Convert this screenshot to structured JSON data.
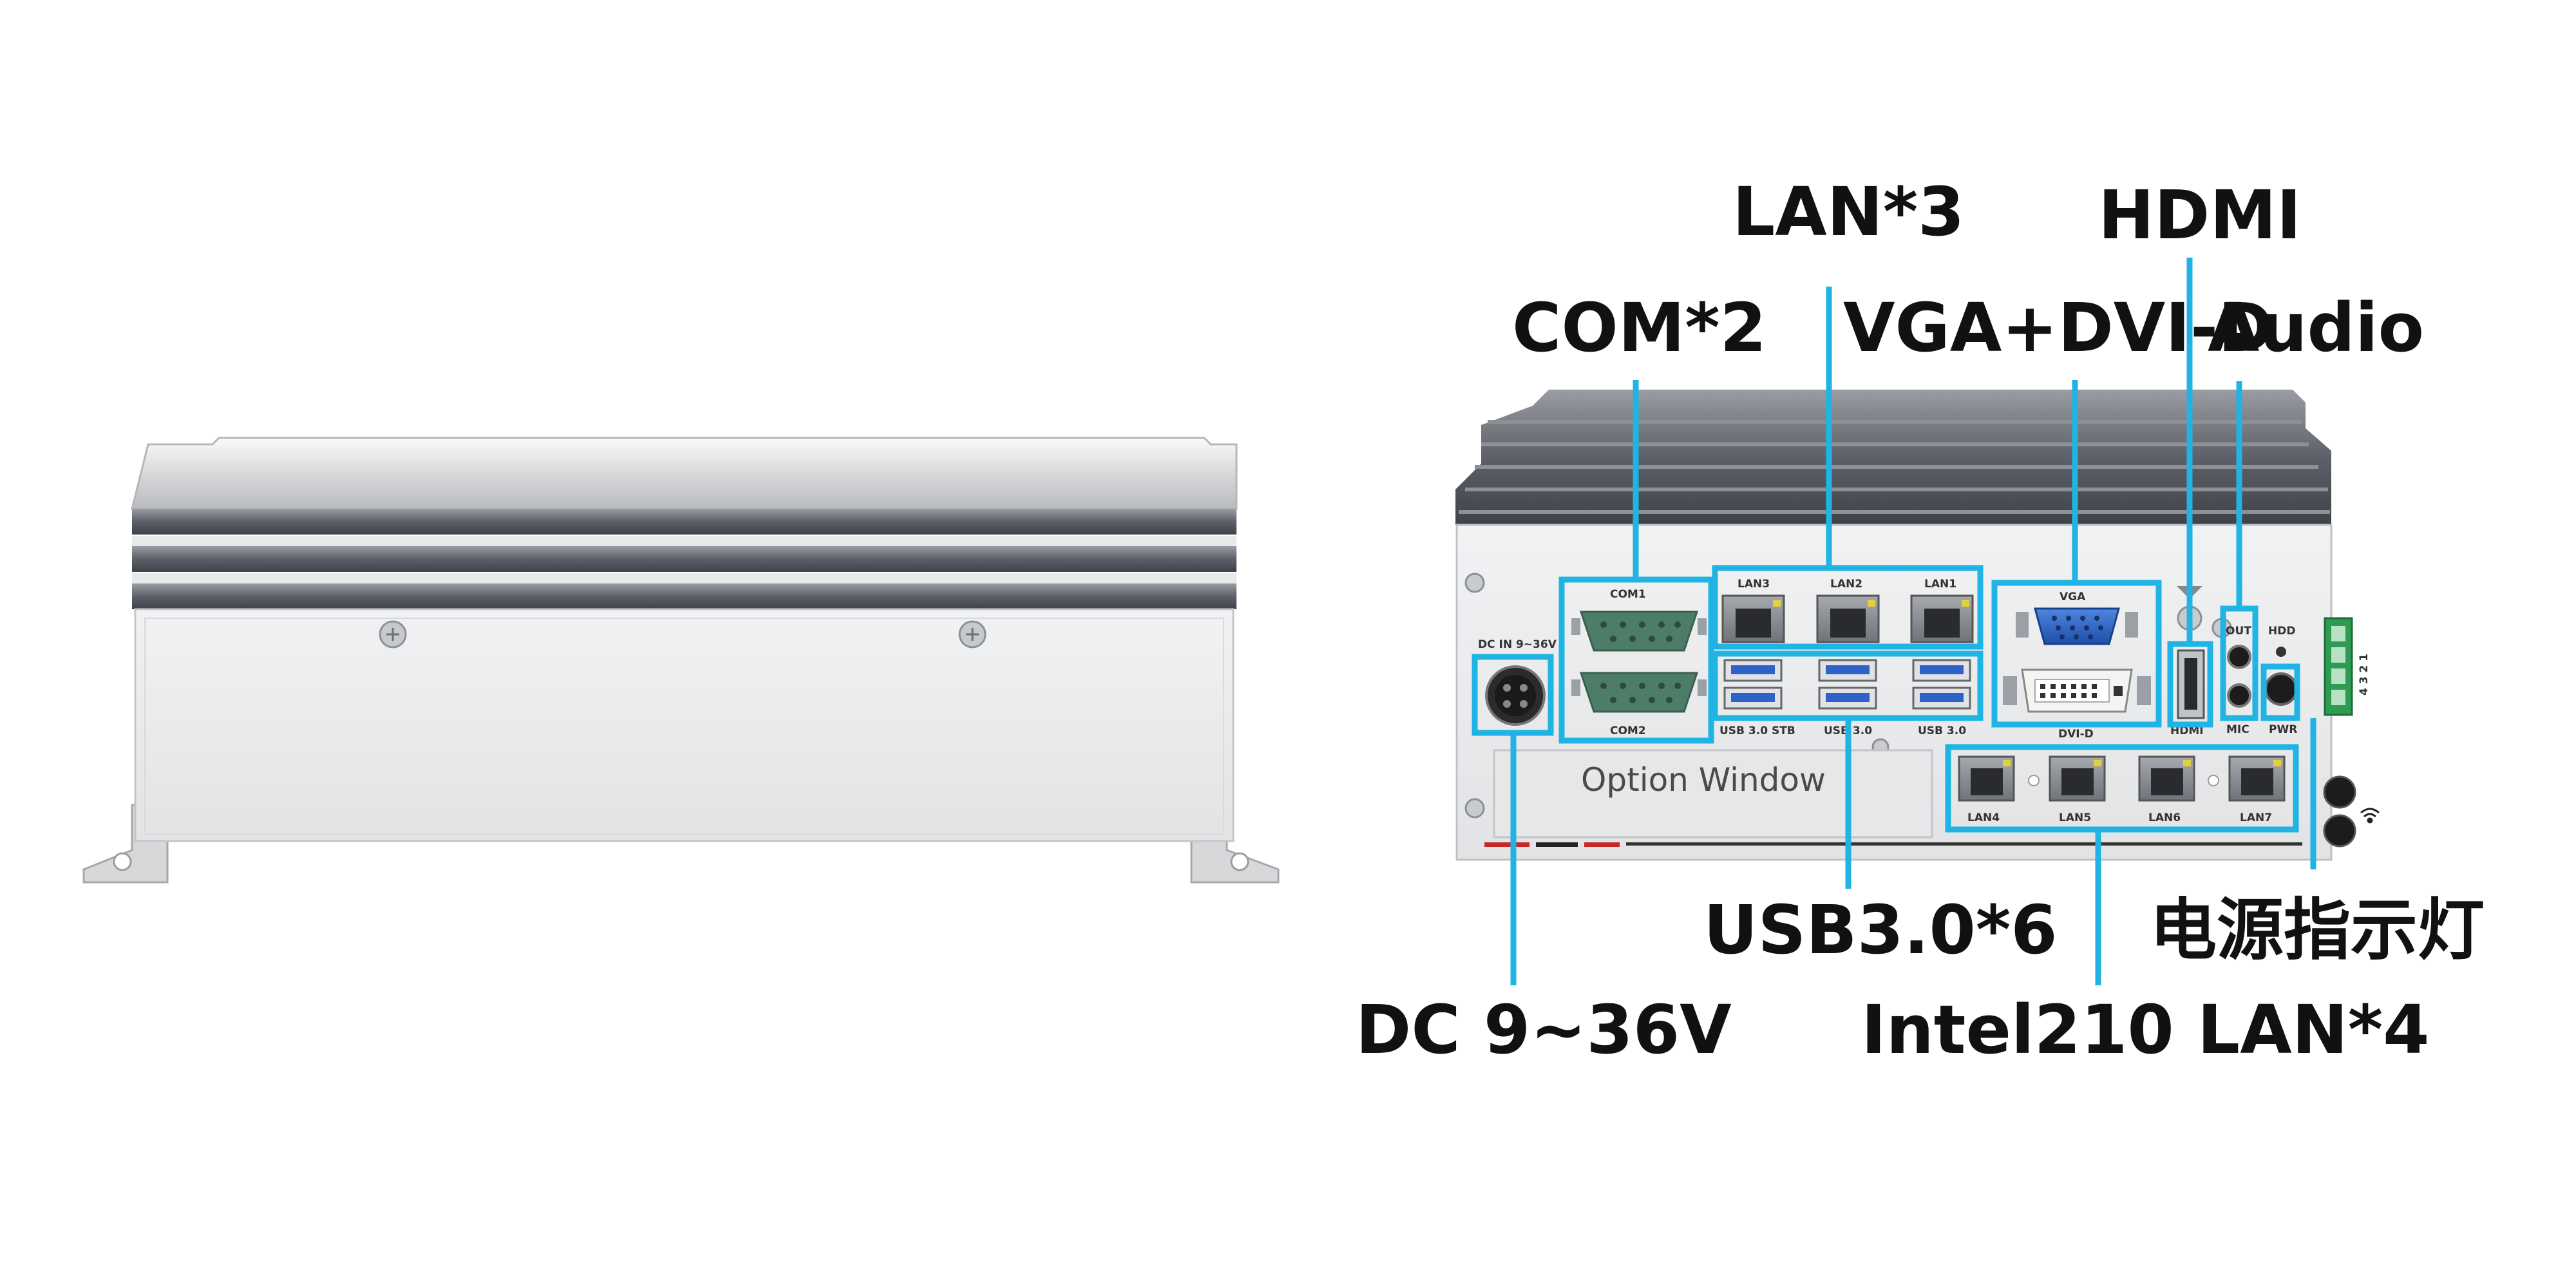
{
  "colors": {
    "callout_line": "#1fb4e3",
    "chassis": "#e9eaeb",
    "fins_dark": "#5d6068",
    "port_blue": "#2f62c9",
    "terminal_green": "#2e9b52",
    "accent_red": "#c62828"
  },
  "callouts": {
    "lan3": "LAN*3",
    "hdmi": "HDMI",
    "com2": "COM*2",
    "vga_dvi": "VGA+DVI-D",
    "audio": "Audio",
    "usb": "USB3.0*6",
    "power_led": "电源指示灯",
    "dc": "DC 9~36V",
    "intel_lan": "Intel210 LAN*4"
  },
  "panel_labels": {
    "dc_in": "DC IN 9~36V",
    "com1": "COM1",
    "com2": "COM2",
    "lan3": "LAN3",
    "lan2": "LAN2",
    "lan1": "LAN1",
    "usb_stb": "USB 3.0 STB",
    "usb_a": "USB 3.0",
    "usb_b": "USB 3.0",
    "vga": "VGA",
    "dvi": "DVI-D",
    "hdmi": "HDMI",
    "out": "OUT",
    "mic": "MIC",
    "hdd": "HDD",
    "pwr": "PWR",
    "terminal": "4 3 2 1",
    "option_window": "Option Window",
    "lan4": "LAN4",
    "lan5": "LAN5",
    "lan6": "LAN6",
    "lan7": "LAN7"
  }
}
